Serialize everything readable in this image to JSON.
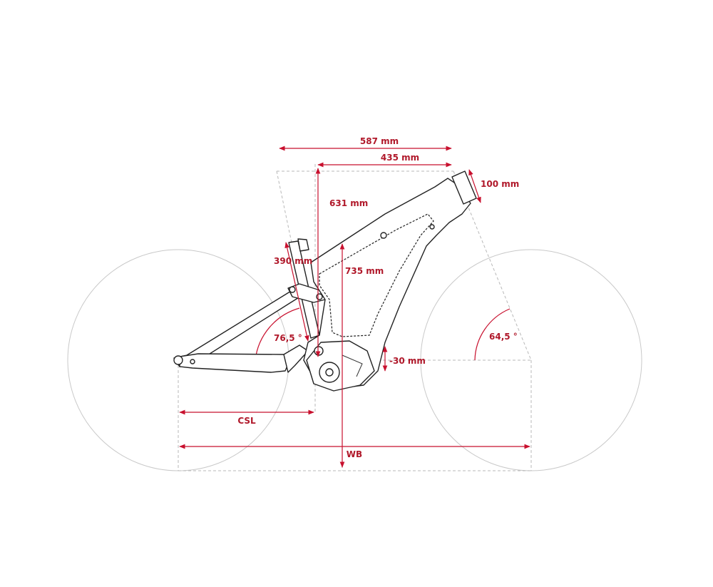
{
  "labels": {
    "reach_587": "587 mm",
    "reach_435": "435 mm",
    "headtube": "100 mm",
    "stack": "631 mm",
    "seattube": "390 mm",
    "height": "735 mm",
    "seat_angle": "76,5 °",
    "head_angle": "64,5 °",
    "bb_drop": "-30 mm",
    "csl": "CSL",
    "wb": "WB"
  }
}
